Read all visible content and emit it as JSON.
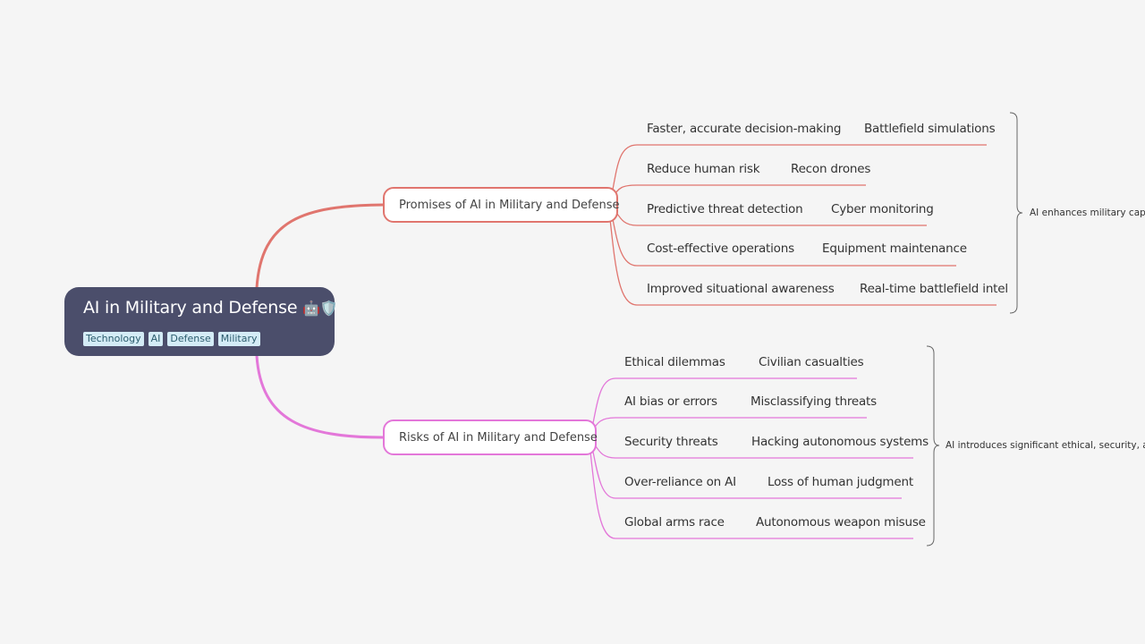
{
  "root": {
    "title": "AI in Military and Defense",
    "icons": [
      "robot-icon",
      "shield-icon"
    ],
    "tags": [
      "Technology",
      "AI",
      "Defense",
      "Military"
    ]
  },
  "branches": [
    {
      "label": "Promises of AI in Military and Defense",
      "color": "#e0756e",
      "summary": "AI enhances military capa",
      "items": [
        {
          "label": "Faster, accurate decision-making",
          "detail": "Battlefield simulations"
        },
        {
          "label": "Reduce human risk",
          "detail": "Recon drones"
        },
        {
          "label": "Predictive threat detection",
          "detail": "Cyber monitoring"
        },
        {
          "label": "Cost-effective operations",
          "detail": "Equipment maintenance"
        },
        {
          "label": "Improved situational awareness",
          "detail": "Real-time battlefield intel"
        }
      ]
    },
    {
      "label": "Risks of AI in Military and Defense",
      "color": "#e377d9",
      "summary": "AI introduces significant ethical, security, an",
      "items": [
        {
          "label": "Ethical dilemmas",
          "detail": "Civilian casualties"
        },
        {
          "label": "AI bias or errors",
          "detail": "Misclassifying threats"
        },
        {
          "label": "Security threats",
          "detail": "Hacking autonomous systems"
        },
        {
          "label": "Over-reliance on AI",
          "detail": "Loss of human judgment"
        },
        {
          "label": "Global arms race",
          "detail": "Autonomous weapon misuse"
        }
      ]
    }
  ]
}
